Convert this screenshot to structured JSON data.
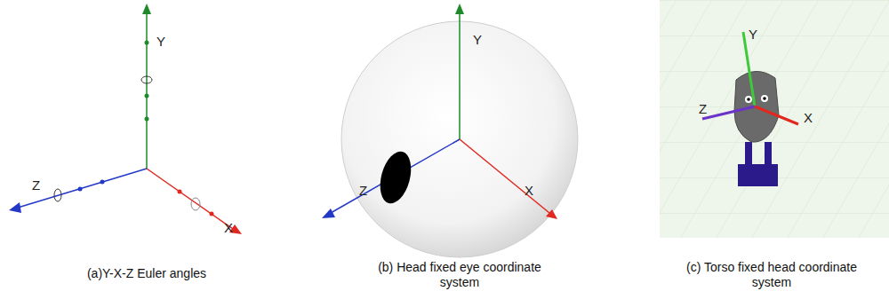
{
  "diagram": {
    "labels": [
      "Y",
      "Z",
      "X",
      "Y",
      "Z",
      "X",
      "Y",
      "Z",
      "X",
      "(a)Y-X-Z Euler angles",
      "(b) Head fixed eye coordinate system",
      "(c) Torso fixed head coordinate system"
    ]
  }
}
